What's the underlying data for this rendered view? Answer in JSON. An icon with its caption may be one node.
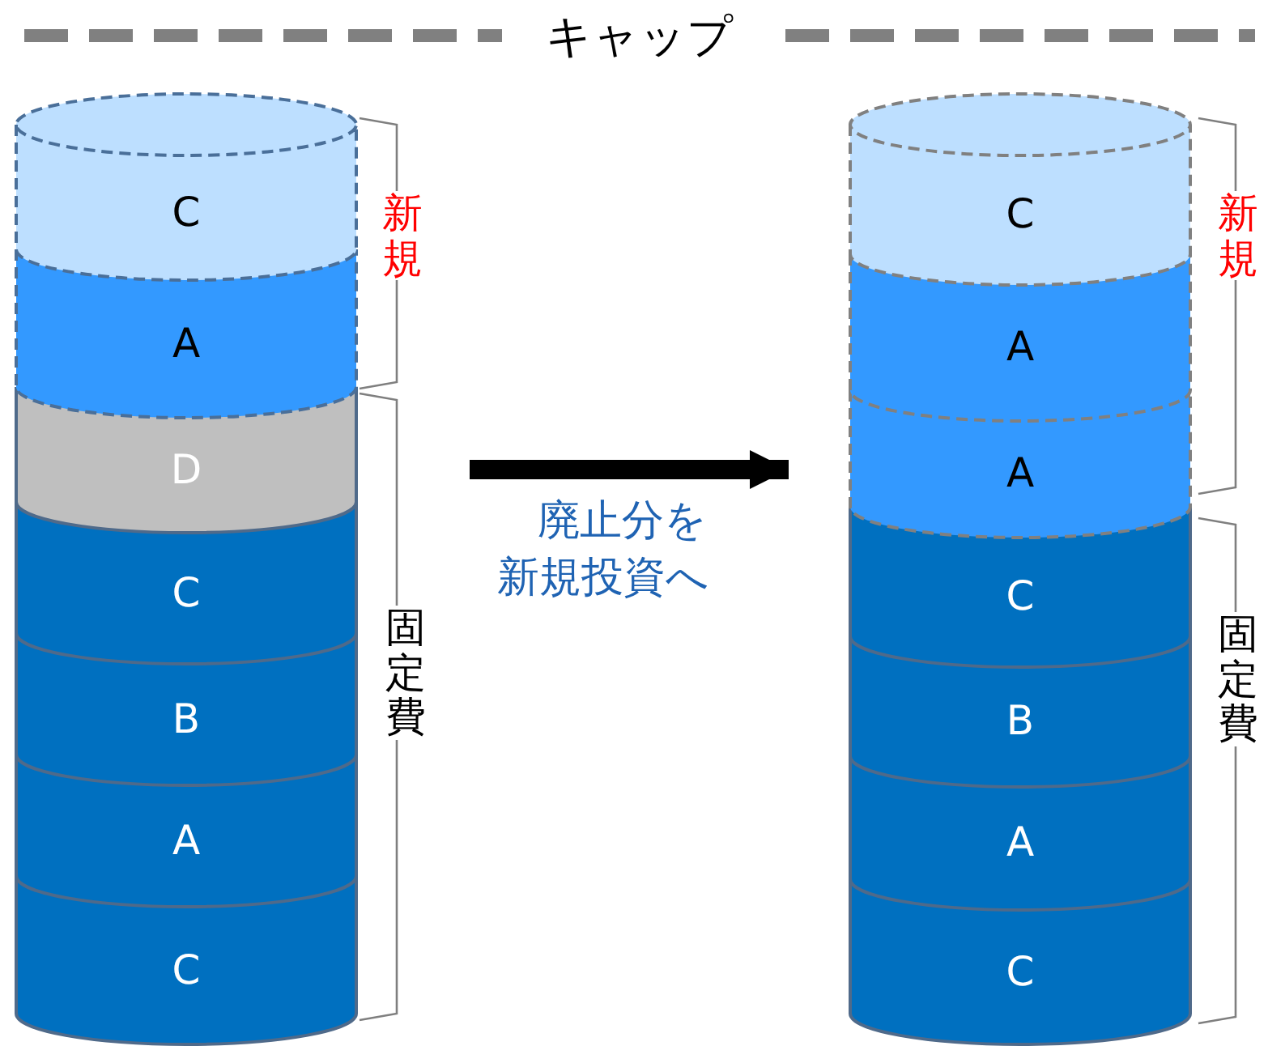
{
  "diagram": {
    "nodes": [
      {
        "text": [],
        "shape": "cylinder"
      },
      {
        "text": [
          "C"
        ],
        "in": 0
      },
      {
        "text": [
          "A"
        ],
        "in": 0
      },
      {
        "text": [
          "D"
        ],
        "in": 0
      },
      {
        "text": [
          "C"
        ],
        "in": 0
      },
      {
        "text": [
          "B"
        ],
        "in": 0
      },
      {
        "text": [
          "A"
        ],
        "in": 0
      },
      {
        "text": [
          "C"
        ],
        "in": 0
      },
      {
        "text": [],
        "shape": "cylinder"
      },
      {
        "text": [
          "C"
        ],
        "in": 8
      },
      {
        "text": [
          "A"
        ],
        "in": 8
      },
      {
        "text": [
          "A"
        ],
        "in": 8
      },
      {
        "text": [
          "C"
        ],
        "in": 8
      },
      {
        "text": [
          "B"
        ],
        "in": 8
      },
      {
        "text": [
          "A"
        ],
        "in": 8
      },
      {
        "text": [
          "C"
        ],
        "in": 8
      }
    ],
    "edges": [
      {
        "from": 0,
        "to": 8,
        "arrow": "to",
        "label": "廃止分を新規投資へ"
      }
    ],
    "labels": [
      "キャップ",
      "新規",
      "固定費",
      "新規",
      "固定費"
    ]
  }
}
